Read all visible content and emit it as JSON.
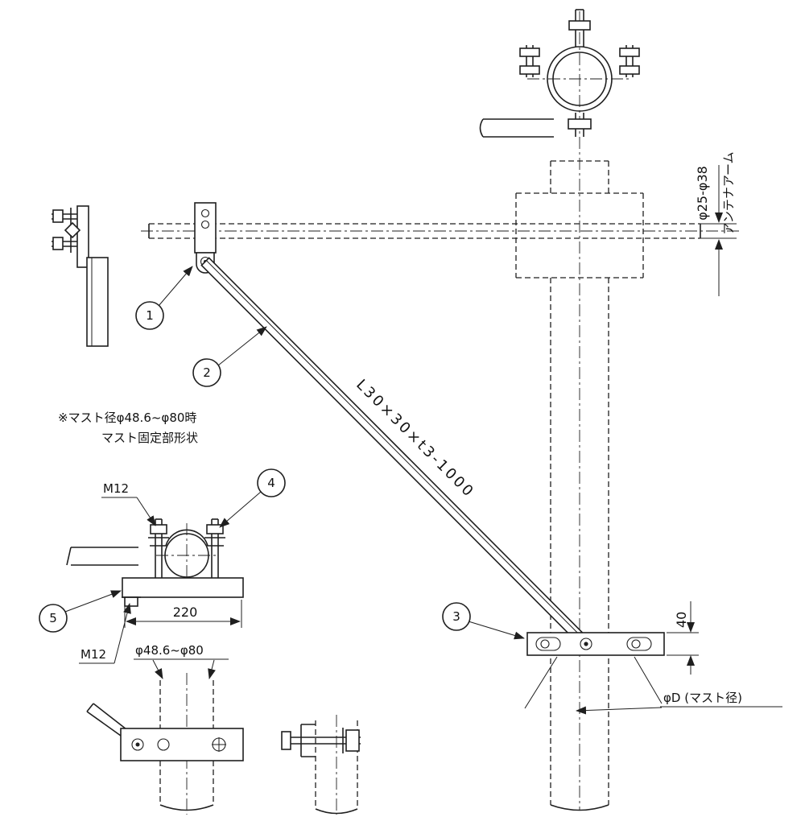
{
  "drawing": {
    "labels": {
      "arm_dia": "φ25-φ38",
      "arm_name": "アンテナアーム",
      "brace": "L30×30×t3-1000",
      "note1": "※マスト径φ48.6~φ80時",
      "note2": "マスト固定部形状",
      "m12_upper": "M12",
      "m12_lower": "M12",
      "dim_220": "220",
      "dim_40": "40",
      "mast_range": "φ48.6~φ80",
      "mast_dia": "φD (マスト径)"
    },
    "callouts": [
      "1",
      "2",
      "3",
      "4",
      "5"
    ]
  }
}
